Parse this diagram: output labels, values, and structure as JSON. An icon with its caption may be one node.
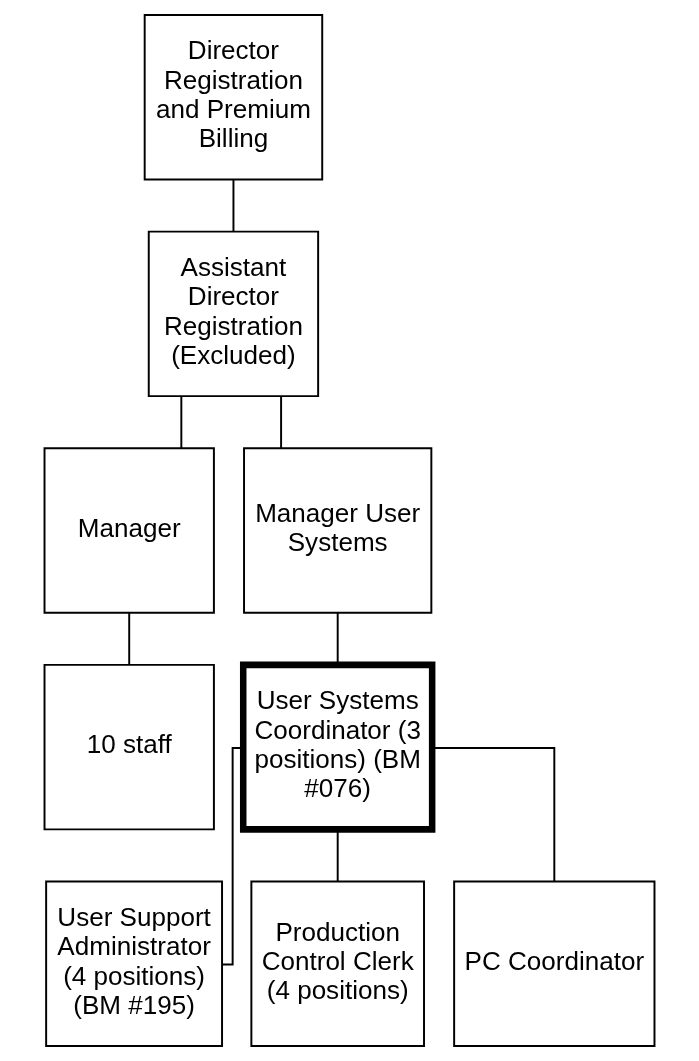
{
  "diagram": {
    "nodes": [
      {
        "text": [
          "Director Registration and Premium Billing"
        ]
      },
      {
        "text": [
          "Assistant Director Registration (Excluded)"
        ]
      },
      {
        "text": [
          "Manager"
        ]
      },
      {
        "text": [
          "Manager User Systems"
        ]
      },
      {
        "text": [
          "10 staff"
        ]
      },
      {
        "text": [
          "User Systems Coordinator (3 positions) (BM #076)"
        ]
      },
      {
        "text": [
          "User Support Administrator (4 positions) (BM #195)"
        ]
      },
      {
        "text": [
          "Production Control Clerk (4 positions)"
        ]
      },
      {
        "text": [
          "PC Coordinator"
        ]
      }
    ],
    "edges": [
      {
        "from": 0,
        "to": 1,
        "arrow": "none"
      },
      {
        "from": 1,
        "to": 2,
        "arrow": "none"
      },
      {
        "from": 1,
        "to": 3,
        "arrow": "none"
      },
      {
        "from": 2,
        "to": 4,
        "arrow": "none"
      },
      {
        "from": 3,
        "to": 5,
        "arrow": "none"
      },
      {
        "from": 5,
        "to": 6,
        "arrow": "none"
      },
      {
        "from": 5,
        "to": 7,
        "arrow": "none"
      },
      {
        "from": 5,
        "to": 8,
        "arrow": "none"
      }
    ]
  }
}
